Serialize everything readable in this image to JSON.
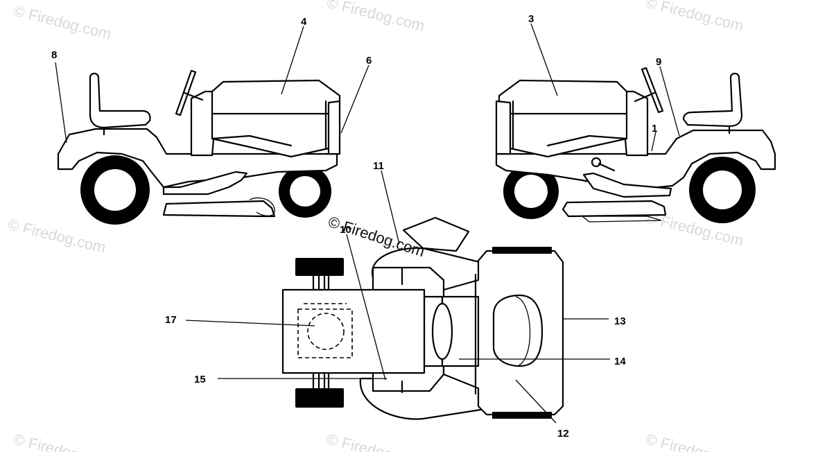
{
  "watermark": {
    "text": "© Firedog.com"
  },
  "callouts": [
    "1",
    "3",
    "4",
    "6",
    "8",
    "9",
    "10",
    "11",
    "12",
    "13",
    "14",
    "15",
    "17"
  ]
}
